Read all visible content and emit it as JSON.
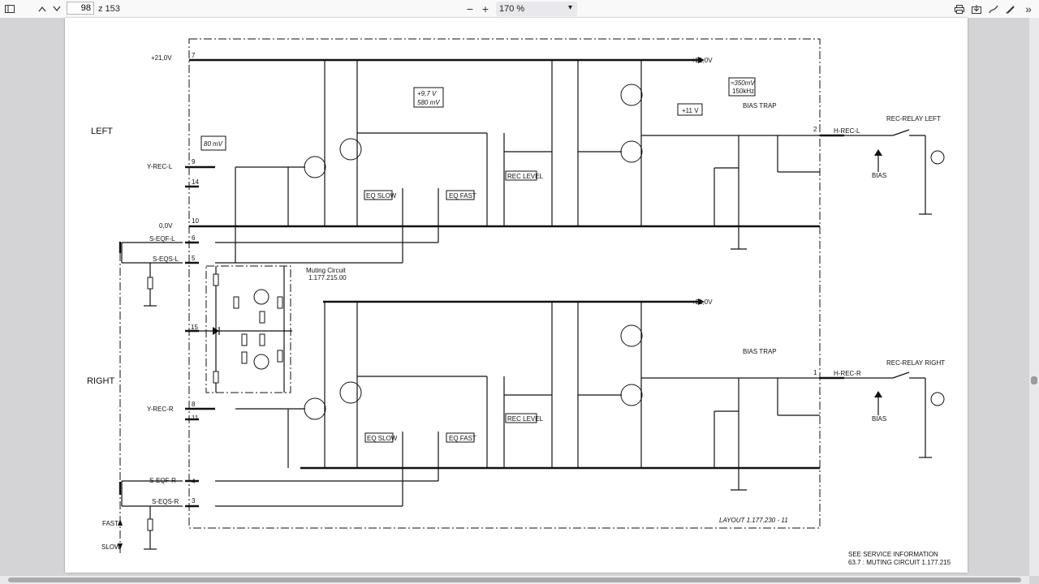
{
  "toolbar": {
    "page_current": "98",
    "page_count": "z 153",
    "zoom_value": "170 %",
    "zoom_out_label": "−",
    "zoom_in_label": "+"
  },
  "schematic": {
    "rails": {
      "plus21_left": "+21,0V",
      "plus21_right": "+21,0V",
      "plus21_right_lower": "+21,0V",
      "ground": "0,0V"
    },
    "channel_left": "LEFT",
    "channel_right": "RIGHT",
    "inputs": {
      "y_rec_l": "Y-REC-L",
      "y_rec_r": "Y-REC-R",
      "s_eqf_l": "S-EQF-L",
      "s_eqs_l": "S-EQS-L",
      "s_eqf_r": "S-EQF-R",
      "s_eqs_r": "S-EQS-R"
    },
    "pins": [
      "7",
      "9",
      "14",
      "10",
      "6",
      "5",
      "15",
      "8",
      "11",
      "4",
      "3",
      "2",
      "1"
    ],
    "outputs": {
      "h_rec_l": "H-REC-L",
      "h_rec_r": "H-REC-R"
    },
    "relay_left": "REC-RELAY LEFT",
    "relay_right": "REC-RELAY RIGHT",
    "bias": "BIAS",
    "bias_trap": "BIAS TRAP",
    "muting_title": "Muting Circuit",
    "muting_num": "1.177.215.00",
    "fast": "FAST",
    "slow": "SLOW",
    "layout": "LAYOUT  1.177.230 - 11",
    "service_line1": "SEE SERVICE INFORMATION",
    "service_line2": "63.7 : MUTING CIRCUIT 1.177.215",
    "meas_80mv": "80 mV",
    "meas_97v": "+9,7 V",
    "meas_580mv": "580 mV",
    "meas_11v": "+11 V",
    "meas_350mv": "≈350mV",
    "meas_150khz": "150kHz",
    "box_eq_slow": "EQ SLOW",
    "box_eq_fast": "EQ FAST",
    "box_rec_level": "REC LEVEL"
  }
}
